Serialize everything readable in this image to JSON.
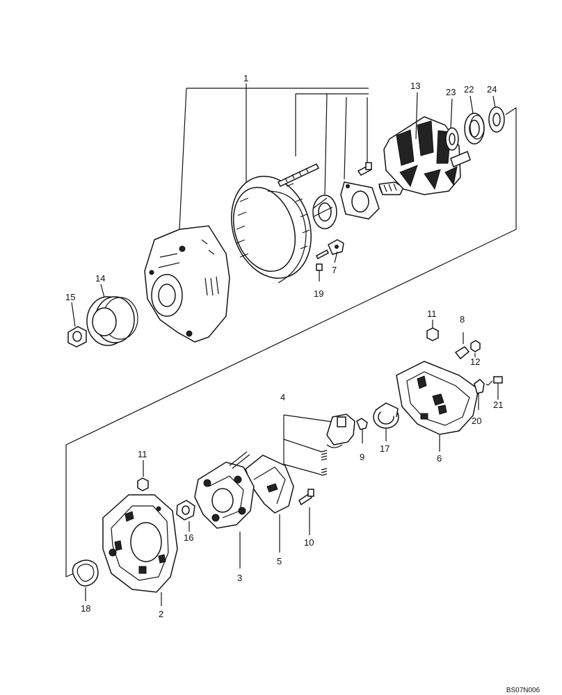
{
  "diagram_code": "BS07N006",
  "callouts": [
    {
      "id": "c1",
      "text": "1"
    },
    {
      "id": "c13",
      "text": "13"
    },
    {
      "id": "c23",
      "text": "23"
    },
    {
      "id": "c22",
      "text": "22"
    },
    {
      "id": "c24",
      "text": "24"
    },
    {
      "id": "c7",
      "text": "7"
    },
    {
      "id": "c19",
      "text": "19"
    },
    {
      "id": "c14",
      "text": "14"
    },
    {
      "id": "c15",
      "text": "15"
    },
    {
      "id": "c11a",
      "text": "11"
    },
    {
      "id": "c8",
      "text": "8"
    },
    {
      "id": "c12",
      "text": "12"
    },
    {
      "id": "c21",
      "text": "21"
    },
    {
      "id": "c20",
      "text": "20"
    },
    {
      "id": "c6",
      "text": "6"
    },
    {
      "id": "c17",
      "text": "17"
    },
    {
      "id": "c4",
      "text": "4"
    },
    {
      "id": "c9",
      "text": "9"
    },
    {
      "id": "c11b",
      "text": "11"
    },
    {
      "id": "c16",
      "text": "16"
    },
    {
      "id": "c10",
      "text": "10"
    },
    {
      "id": "c5",
      "text": "5"
    },
    {
      "id": "c3",
      "text": "3"
    },
    {
      "id": "c2",
      "text": "2"
    },
    {
      "id": "c18",
      "text": "18"
    }
  ]
}
